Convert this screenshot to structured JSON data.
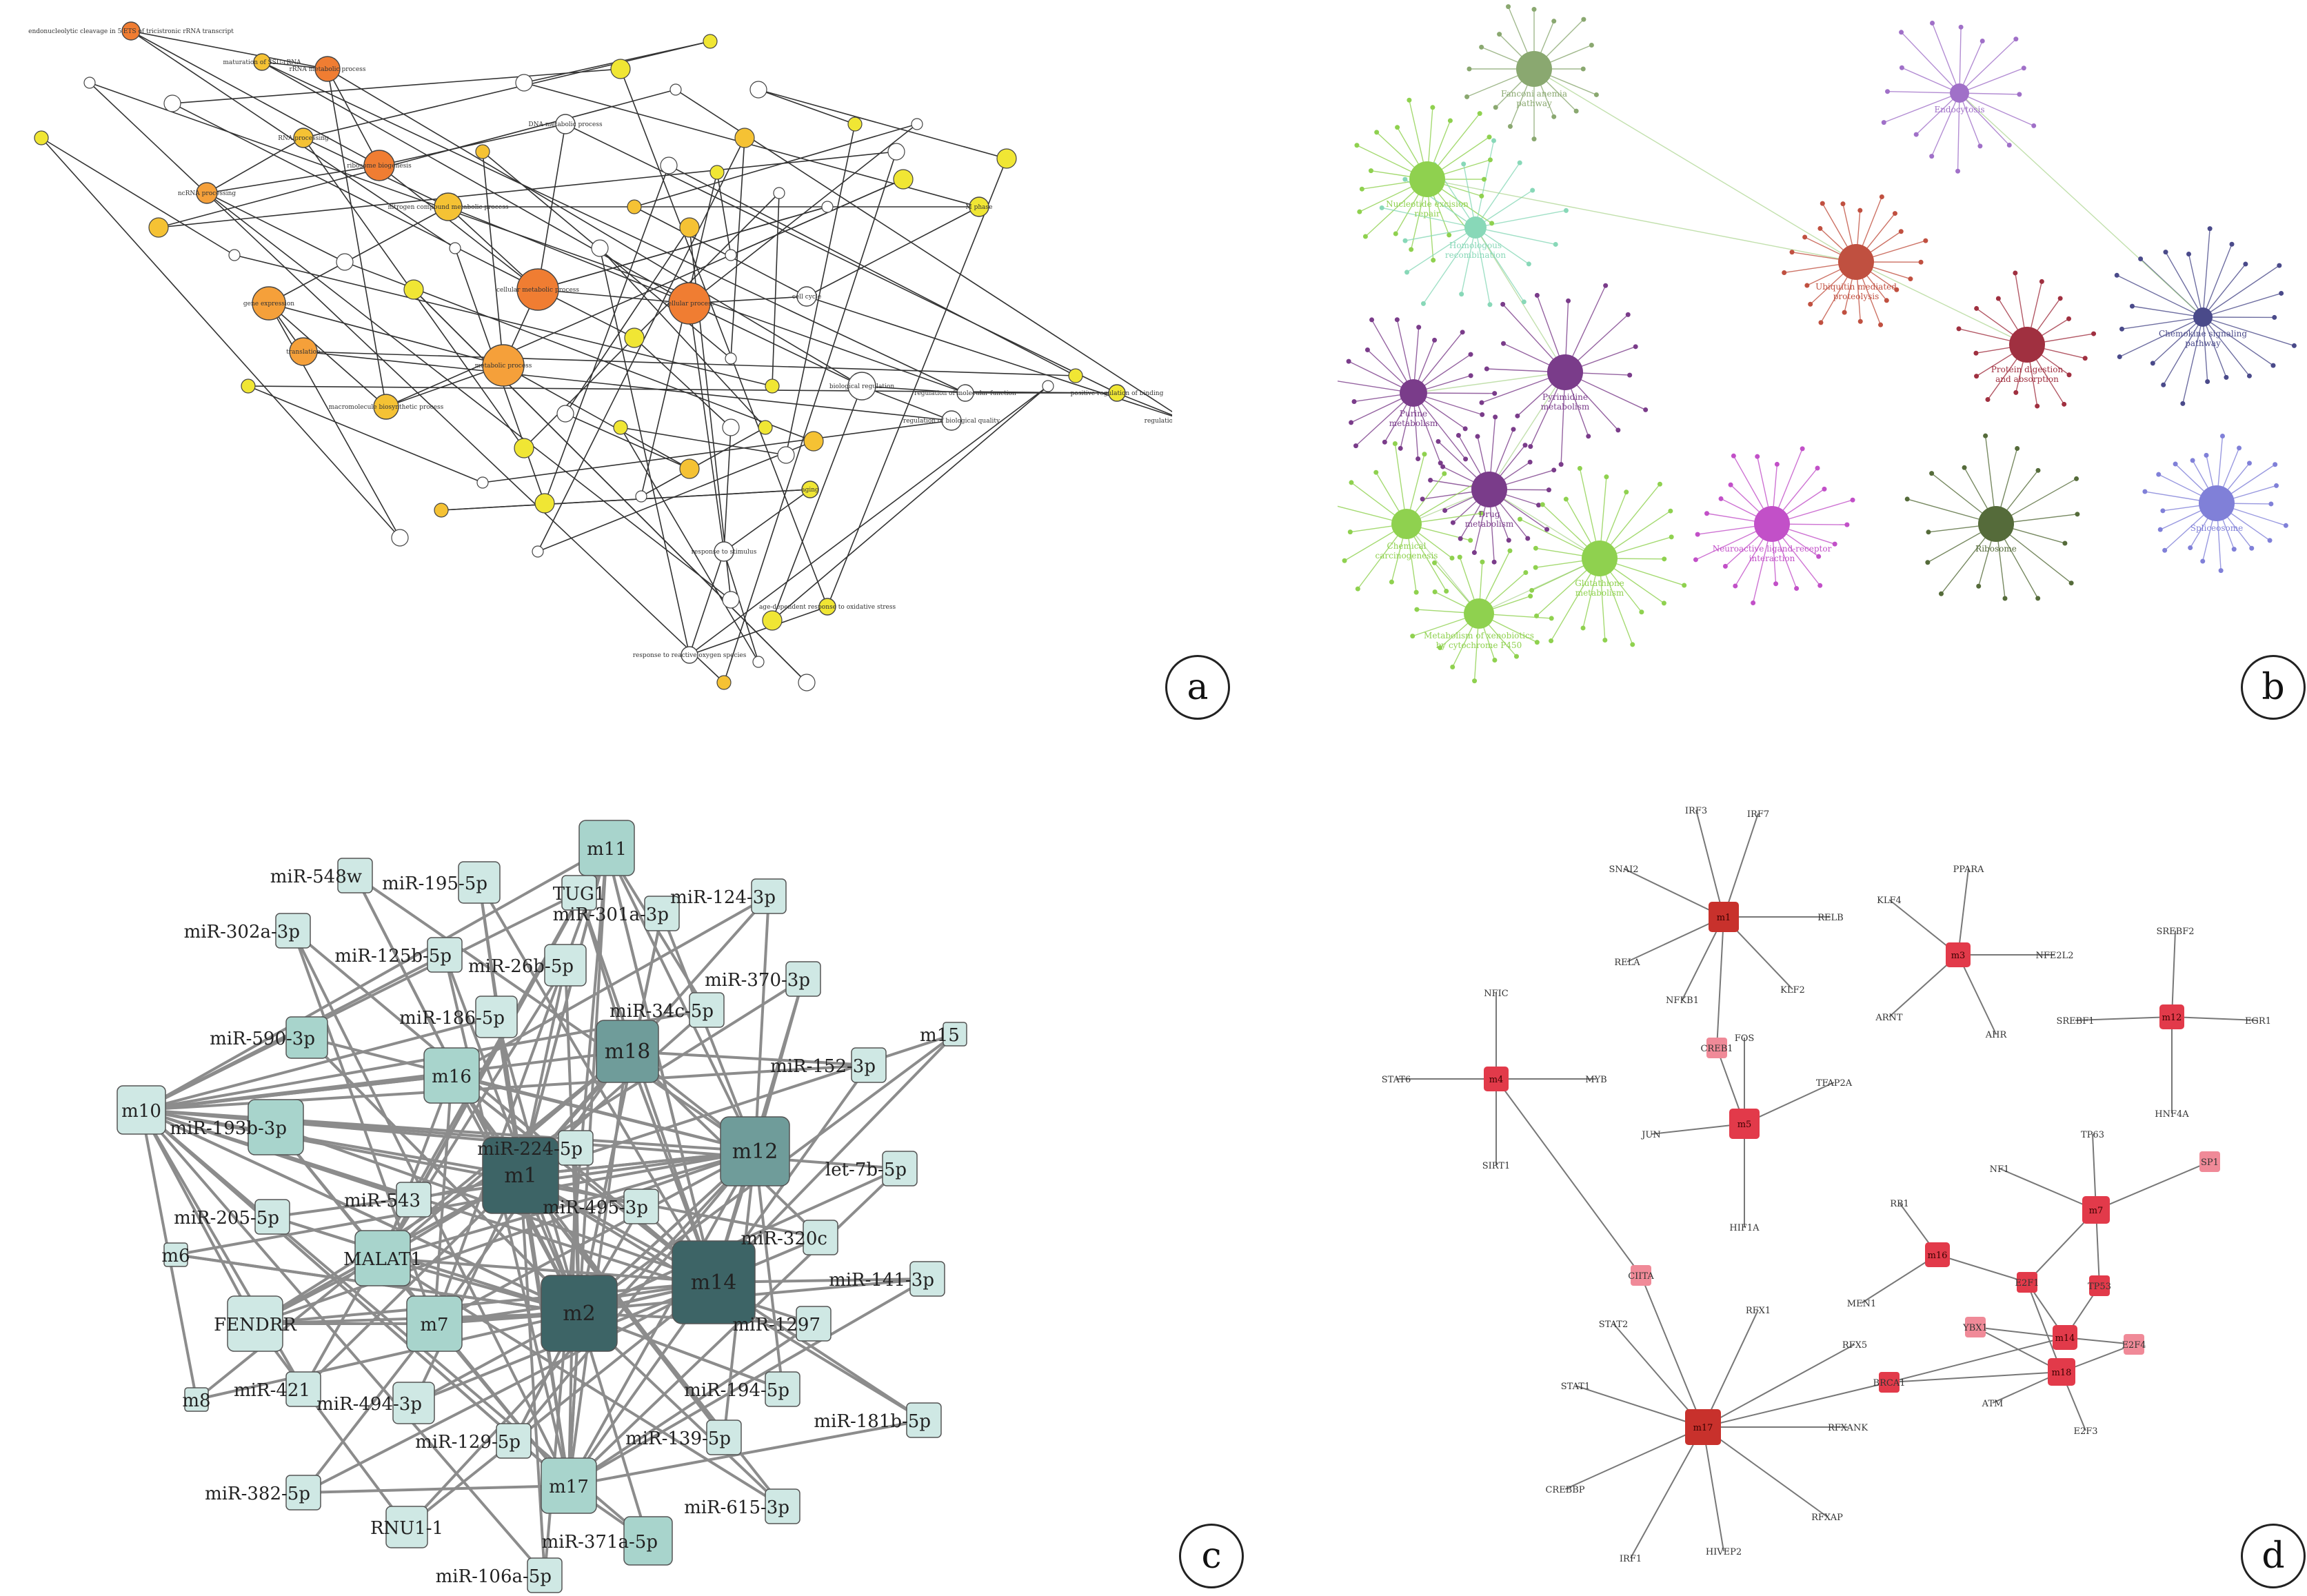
{
  "panel_letters": {
    "a": "a",
    "b": "b",
    "c": "c",
    "d": "d"
  },
  "colors": {
    "orange_dark": "#f07d32",
    "orange_mid": "#f5a03a",
    "gold": "#f5c234",
    "yellow": "#f0e634",
    "white_node": "#ffffff",
    "kegg_green": "#8fd14f",
    "kegg_olive": "#556b3a",
    "kegg_purple": "#c250c8",
    "kegg_blue": "#8080d8",
    "kegg_red": "#c05040",
    "kegg_maroon": "#a03040",
    "kegg_violet": "#7a3c8a",
    "kegg_teal": "#88d8b8",
    "mirna_dark": "#3d6466",
    "mirna_mid": "#6f9c9a",
    "mirna_light": "#a8d4cc",
    "mirna_pale": "#cfe8e4",
    "tf_dark": "#c8312c",
    "tf_mid": "#e23a4a",
    "tf_light": "#f08a98",
    "edge_gray": "#8c8c8c"
  },
  "panel_a": {
    "nodes": [
      {
        "id": "a1",
        "label": "endonucleolytic cleavage in 5'ETS of tricistronic rRNA transcript",
        "color": "orange_dark"
      },
      {
        "id": "a2",
        "label": "maturation of SSU-rRNA",
        "color": "gold"
      },
      {
        "id": "a3",
        "label": "rRNA metabolic process",
        "color": "orange_dark"
      },
      {
        "id": "a4",
        "label": "ribosome biogenesis",
        "color": "orange_dark"
      },
      {
        "id": "a5",
        "label": "ncRNA processing",
        "color": "orange_mid"
      },
      {
        "id": "a6",
        "label": "RNA processing",
        "color": "gold"
      },
      {
        "id": "a7",
        "label": "cellular metabolic process",
        "color": "orange_dark"
      },
      {
        "id": "a8",
        "label": "metabolic process",
        "color": "orange_mid"
      },
      {
        "id": "a9",
        "label": "gene expression",
        "color": "orange_mid"
      },
      {
        "id": "a10",
        "label": "translation",
        "color": "orange_mid"
      },
      {
        "id": "a11",
        "label": "cellular process",
        "color": "orange_dark"
      },
      {
        "id": "a12",
        "label": "biological regulation",
        "color": "white_node"
      },
      {
        "id": "a13",
        "label": "regulation of biological quality",
        "color": "white_node"
      },
      {
        "id": "a14",
        "label": "cell cycle",
        "color": "white_node"
      },
      {
        "id": "a15",
        "label": "M phase",
        "color": "yellow"
      },
      {
        "id": "a16",
        "label": "positive regulation of binding",
        "color": "yellow"
      },
      {
        "id": "a17",
        "label": "regulation of DNA binding",
        "color": "yellow"
      },
      {
        "id": "a18",
        "label": "macromolecule biosynthetic process",
        "color": "gold"
      },
      {
        "id": "a19",
        "label": "response to stimulus",
        "color": "white_node"
      },
      {
        "id": "a20",
        "label": "aging",
        "color": "yellow"
      },
      {
        "id": "a21",
        "label": "response to reactive oxygen species",
        "color": "white_node"
      },
      {
        "id": "a22",
        "label": "age-dependent response to oxidative stress",
        "color": "yellow"
      },
      {
        "id": "a23",
        "label": "regulation of molecular function",
        "color": "white_node"
      },
      {
        "id": "a24",
        "label": "nitrogen compound metabolic process",
        "color": "gold"
      },
      {
        "id": "a25",
        "label": "DNA metabolic process",
        "color": "white_node"
      }
    ]
  },
  "panel_b": {
    "hubs": [
      {
        "id": "b1",
        "label": "Fanconi anemia pathway",
        "color": "#8aa870"
      },
      {
        "id": "b2",
        "label": "Nucleotide excision repair",
        "color": "kegg_green"
      },
      {
        "id": "b3",
        "label": "Homologous recombination",
        "color": "kegg_teal"
      },
      {
        "id": "b4",
        "label": "Ubiquitin mediated proteolysis",
        "color": "kegg_red"
      },
      {
        "id": "b5",
        "label": "Endocytosis",
        "color": "#a070c8"
      },
      {
        "id": "b6",
        "label": "Chemokine signaling pathway",
        "color": "#4a4a8a"
      },
      {
        "id": "b7",
        "label": "Protein digestion and absorption",
        "color": "kegg_maroon"
      },
      {
        "id": "b8",
        "label": "Purine metabolism",
        "color": "kegg_violet"
      },
      {
        "id": "b9",
        "label": "Pyrimidine metabolism",
        "color": "kegg_violet"
      },
      {
        "id": "b10",
        "label": "Drug metabolism",
        "color": "kegg_violet"
      },
      {
        "id": "b11",
        "label": "Chemical carcinogenesis",
        "color": "kegg_green"
      },
      {
        "id": "b12",
        "label": "Glutathione metabolism",
        "color": "kegg_green"
      },
      {
        "id": "b13",
        "label": "Metabolism of xenobiotics by cytochrome P450",
        "color": "kegg_green"
      },
      {
        "id": "b14",
        "label": "Neuroactive ligand-receptor interaction",
        "color": "kegg_purple"
      },
      {
        "id": "b15",
        "label": "Ribosome",
        "color": "kegg_olive"
      },
      {
        "id": "b16",
        "label": "Spliceosome",
        "color": "kegg_blue"
      }
    ]
  },
  "panel_c": {
    "nodes": [
      {
        "id": "m1",
        "label": "m1",
        "shade": "mirna_dark"
      },
      {
        "id": "m2",
        "label": "m2",
        "shade": "mirna_dark"
      },
      {
        "id": "m14",
        "label": "m14",
        "shade": "mirna_dark"
      },
      {
        "id": "m18",
        "label": "m18",
        "shade": "mirna_mid"
      },
      {
        "id": "m12",
        "label": "m12",
        "shade": "mirna_mid"
      },
      {
        "id": "m16",
        "label": "m16",
        "shade": "mirna_light"
      },
      {
        "id": "m7",
        "label": "m7",
        "shade": "mirna_light"
      },
      {
        "id": "m17",
        "label": "m17",
        "shade": "mirna_light"
      },
      {
        "id": "m10",
        "label": "m10",
        "shade": "mirna_pale"
      },
      {
        "id": "m11",
        "label": "m11",
        "shade": "mirna_light"
      },
      {
        "id": "m15",
        "label": "m15",
        "shade": "mirna_pale"
      },
      {
        "id": "m6",
        "label": "m6",
        "shade": "mirna_pale"
      },
      {
        "id": "m8",
        "label": "m8",
        "shade": "mirna_pale"
      },
      {
        "id": "MALAT1",
        "label": "MALAT1",
        "shade": "mirna_light"
      },
      {
        "id": "FENDRR",
        "label": "FENDRR",
        "shade": "mirna_pale"
      },
      {
        "id": "TUG1",
        "label": "TUG1",
        "shade": "mirna_pale"
      },
      {
        "id": "RNU1-1",
        "label": "RNU1-1",
        "shade": "mirna_pale"
      },
      {
        "id": "miR-548w",
        "label": "miR-548w",
        "shade": "mirna_pale"
      },
      {
        "id": "miR-195-5p",
        "label": "miR-195-5p",
        "shade": "mirna_pale"
      },
      {
        "id": "miR-302a-3p",
        "label": "miR-302a-3p",
        "shade": "mirna_pale"
      },
      {
        "id": "miR-125b-5p",
        "label": "miR-125b-5p",
        "shade": "mirna_pale"
      },
      {
        "id": "miR-301a-3p",
        "label": "miR-301a-3p",
        "shade": "mirna_pale"
      },
      {
        "id": "miR-124-3p",
        "label": "miR-124-3p",
        "shade": "mirna_pale"
      },
      {
        "id": "miR-26b-5p",
        "label": "miR-26b-5p",
        "shade": "mirna_pale"
      },
      {
        "id": "miR-370-3p",
        "label": "miR-370-3p",
        "shade": "mirna_pale"
      },
      {
        "id": "miR-186-5p",
        "label": "miR-186-5p",
        "shade": "mirna_pale"
      },
      {
        "id": "miR-34c-5p",
        "label": "miR-34c-5p",
        "shade": "mirna_pale"
      },
      {
        "id": "miR-590-3p",
        "label": "miR-590-3p",
        "shade": "mirna_light"
      },
      {
        "id": "miR-152-3p",
        "label": "miR-152-3p",
        "shade": "mirna_pale"
      },
      {
        "id": "miR-193b-3p",
        "label": "miR-193b-3p",
        "shade": "mirna_light"
      },
      {
        "id": "miR-224-5p",
        "label": "miR-224-5p",
        "shade": "mirna_pale"
      },
      {
        "id": "let-7b-5p",
        "label": "let-7b-5p",
        "shade": "mirna_pale"
      },
      {
        "id": "miR-543",
        "label": "miR-543",
        "shade": "mirna_pale"
      },
      {
        "id": "miR-495-3p",
        "label": "miR-495-3p",
        "shade": "mirna_pale"
      },
      {
        "id": "miR-205-5p",
        "label": "miR-205-5p",
        "shade": "mirna_pale"
      },
      {
        "id": "miR-320c",
        "label": "miR-320c",
        "shade": "mirna_pale"
      },
      {
        "id": "miR-141-3p",
        "label": "miR-141-3p",
        "shade": "mirna_pale"
      },
      {
        "id": "miR-1297",
        "label": "miR-1297",
        "shade": "mirna_pale"
      },
      {
        "id": "miR-421",
        "label": "miR-421",
        "shade": "mirna_pale"
      },
      {
        "id": "miR-494-3p",
        "label": "miR-494-3p",
        "shade": "mirna_pale"
      },
      {
        "id": "miR-194-5p",
        "label": "miR-194-5p",
        "shade": "mirna_pale"
      },
      {
        "id": "miR-181b-5p",
        "label": "miR-181b-5p",
        "shade": "mirna_pale"
      },
      {
        "id": "miR-129-5p",
        "label": "miR-129-5p",
        "shade": "mirna_pale"
      },
      {
        "id": "miR-139-5p",
        "label": "miR-139-5p",
        "shade": "mirna_pale"
      },
      {
        "id": "miR-382-5p",
        "label": "miR-382-5p",
        "shade": "mirna_pale"
      },
      {
        "id": "miR-371a-5p",
        "label": "miR-371a-5p",
        "shade": "mirna_light"
      },
      {
        "id": "miR-615-3p",
        "label": "miR-615-3p",
        "shade": "mirna_pale"
      },
      {
        "id": "miR-106a-5p",
        "label": "miR-106a-5p",
        "shade": "mirna_pale"
      }
    ]
  },
  "panel_d": {
    "modules": [
      {
        "id": "m1",
        "label": "m1",
        "color": "tf_dark"
      },
      {
        "id": "m3",
        "label": "m3",
        "color": "tf_mid"
      },
      {
        "id": "m12",
        "label": "m12",
        "color": "tf_mid"
      },
      {
        "id": "m4",
        "label": "m4",
        "color": "tf_mid"
      },
      {
        "id": "m5",
        "label": "m5",
        "color": "tf_mid"
      },
      {
        "id": "m7",
        "label": "m7",
        "color": "tf_mid"
      },
      {
        "id": "m16",
        "label": "m16",
        "color": "tf_mid"
      },
      {
        "id": "m17",
        "label": "m17",
        "color": "tf_dark"
      },
      {
        "id": "m14",
        "label": "m14",
        "color": "tf_mid"
      },
      {
        "id": "m18",
        "label": "m18",
        "color": "tf_mid"
      }
    ],
    "genes": [
      {
        "id": "IRF3",
        "label": "IRF3"
      },
      {
        "id": "IRF7",
        "label": "IRF7"
      },
      {
        "id": "SNAI2",
        "label": "SNAI2"
      },
      {
        "id": "RELB",
        "label": "RELB"
      },
      {
        "id": "RELA",
        "label": "RELA"
      },
      {
        "id": "NFKB1",
        "label": "NFKB1"
      },
      {
        "id": "KLF2",
        "label": "KLF2"
      },
      {
        "id": "CREB1",
        "label": "CREB1"
      },
      {
        "id": "PPARA",
        "label": "PPARA"
      },
      {
        "id": "KLF4",
        "label": "KLF4"
      },
      {
        "id": "NFE2L2",
        "label": "NFE2L2"
      },
      {
        "id": "ARNT",
        "label": "ARNT"
      },
      {
        "id": "AHR",
        "label": "AHR"
      },
      {
        "id": "SREBF2",
        "label": "SREBF2"
      },
      {
        "id": "SREBF1",
        "label": "SREBF1"
      },
      {
        "id": "EGR1",
        "label": "EGR1"
      },
      {
        "id": "HNF4A",
        "label": "HNF4A"
      },
      {
        "id": "NFIC",
        "label": "NFIC"
      },
      {
        "id": "STAT6",
        "label": "STAT6"
      },
      {
        "id": "MYB",
        "label": "MYB"
      },
      {
        "id": "SIRT1",
        "label": "SIRT1"
      },
      {
        "id": "FOS",
        "label": "FOS"
      },
      {
        "id": "TFAP2A",
        "label": "TFAP2A"
      },
      {
        "id": "JUN",
        "label": "JUN"
      },
      {
        "id": "HIF1A",
        "label": "HIF1A"
      },
      {
        "id": "CIITA",
        "label": "CIITA"
      },
      {
        "id": "TP63",
        "label": "TP63"
      },
      {
        "id": "NF1",
        "label": "NF1"
      },
      {
        "id": "SP1",
        "label": "SP1"
      },
      {
        "id": "RB1",
        "label": "RB1"
      },
      {
        "id": "MEN1",
        "label": "MEN1"
      },
      {
        "id": "E2F1",
        "label": "E2F1"
      },
      {
        "id": "TP53",
        "label": "TP53"
      },
      {
        "id": "YBX1",
        "label": "YBX1"
      },
      {
        "id": "E2F4",
        "label": "E2F4"
      },
      {
        "id": "BRCA1",
        "label": "BRCA1"
      },
      {
        "id": "ATM",
        "label": "ATM"
      },
      {
        "id": "E2F3",
        "label": "E2F3"
      },
      {
        "id": "STAT2",
        "label": "STAT2"
      },
      {
        "id": "RFX1",
        "label": "RFX1"
      },
      {
        "id": "RFX5",
        "label": "RFX5"
      },
      {
        "id": "STAT1",
        "label": "STAT1"
      },
      {
        "id": "RFXANK",
        "label": "RFXANK"
      },
      {
        "id": "CREBBP",
        "label": "CREBBP"
      },
      {
        "id": "RFXAP",
        "label": "RFXAP"
      },
      {
        "id": "IRF1",
        "label": "IRF1"
      },
      {
        "id": "HIVEP2",
        "label": "HIVEP2"
      }
    ]
  }
}
